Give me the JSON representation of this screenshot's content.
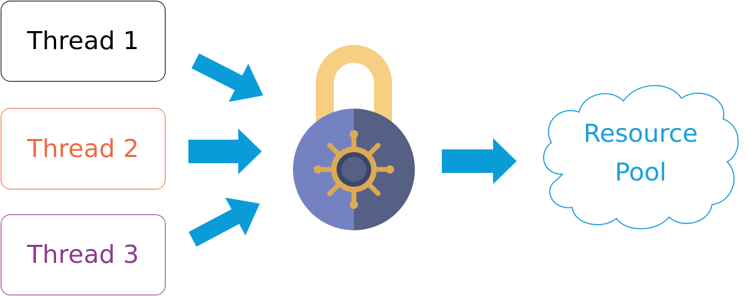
{
  "threads": [
    {
      "label": "Thread 1",
      "color": "#000000"
    },
    {
      "label": "Thread 2",
      "color": "#ee6a45"
    },
    {
      "label": "Thread 3",
      "color": "#8a3a8c"
    }
  ],
  "lock": {
    "icon": "padlock-icon",
    "shackle_color": "#f7cf83",
    "body_left_color": "#7582c1",
    "body_right_color": "#565f84",
    "dial_color": "#dcaa55"
  },
  "arrows": {
    "color": "#0a9cd8"
  },
  "resource_pool": {
    "line1": "Resource",
    "line2": "Pool",
    "color": "#1aa0d8"
  }
}
